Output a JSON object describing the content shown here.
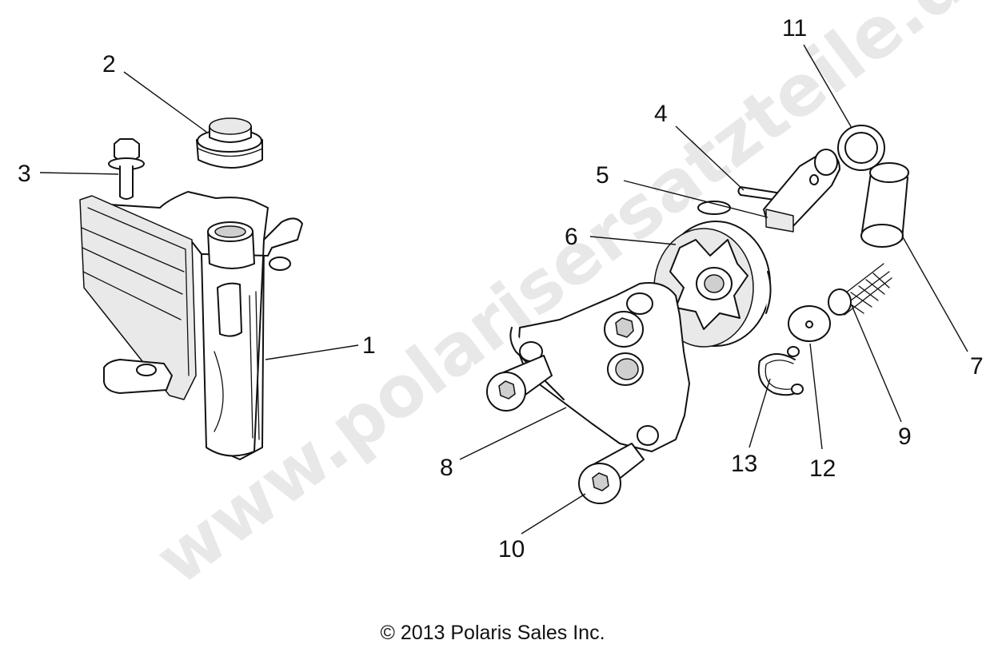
{
  "watermark": "www.polarisersatzteile.de",
  "copyright": "© 2013 Polaris Sales Inc.",
  "callouts": {
    "c1": "1",
    "c2": "2",
    "c3": "3",
    "c4": "4",
    "c5": "5",
    "c6": "6",
    "c7": "7",
    "c8": "8",
    "c9": "9",
    "c10": "10",
    "c11": "11",
    "c12": "12",
    "c13": "13"
  }
}
